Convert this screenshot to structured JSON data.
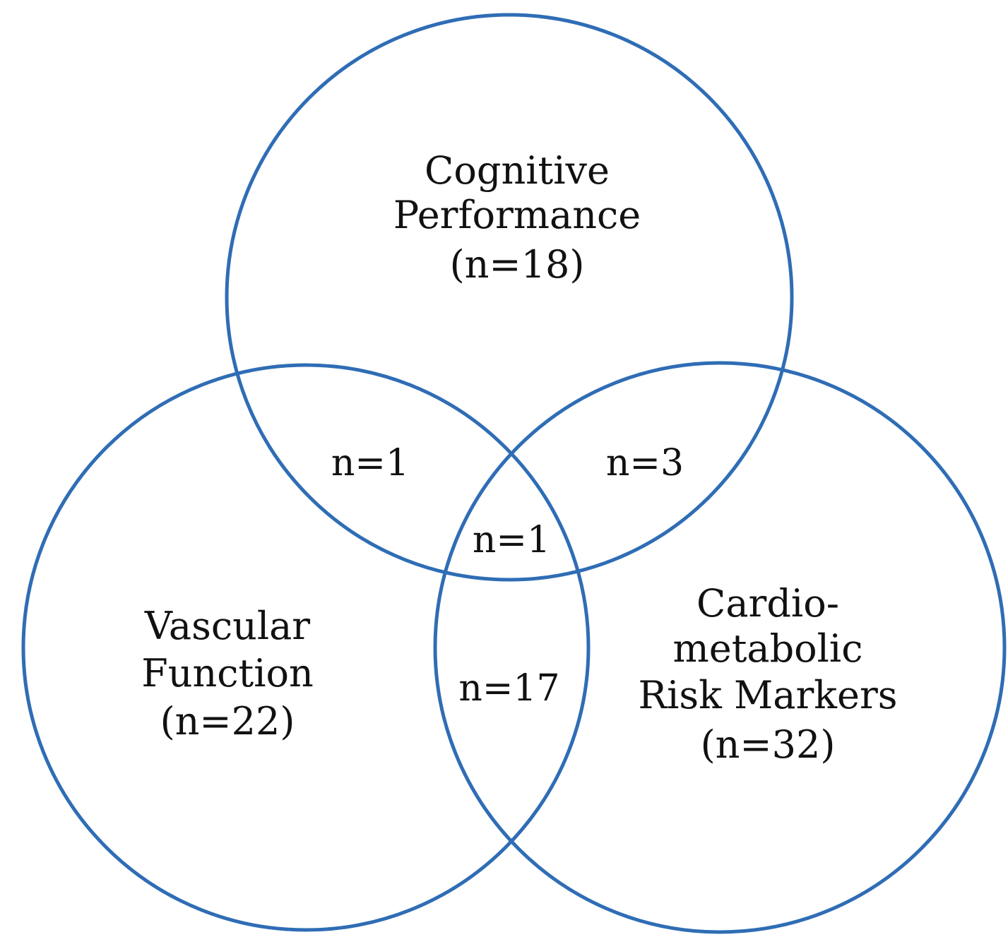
{
  "diagram": {
    "type": "venn",
    "stroke_color": "#2f6db5",
    "sets": [
      {
        "id": "cognitive",
        "label_lines": [
          "Cognitive",
          "Performance",
          "(n=18)"
        ]
      },
      {
        "id": "vascular",
        "label_lines": [
          "Vascular",
          "Function",
          "(n=22)"
        ]
      },
      {
        "id": "cardiometabolic",
        "label_lines": [
          "Cardio-",
          "metabolic",
          "Risk Markers",
          "(n=32)"
        ]
      }
    ],
    "intersections": {
      "cognitive_vascular": "n=1",
      "cognitive_cardiometabolic": "n=3",
      "all_three": "n=1",
      "vascular_cardiometabolic": "n=17"
    }
  }
}
